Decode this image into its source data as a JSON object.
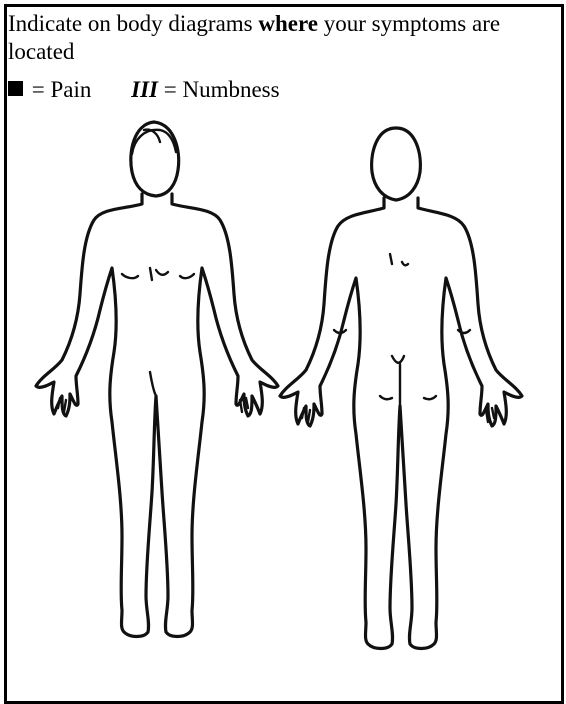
{
  "instructions": {
    "text_before": "Indicate on body diagrams ",
    "text_emphasis": "where",
    "text_after": " your symptoms are located"
  },
  "legend": {
    "pain_label": " = Pain",
    "numbness_symbol": "III",
    "numbness_label": " = Numbness"
  },
  "diagrams": {
    "front": "front-body-outline",
    "back": "back-body-outline"
  }
}
